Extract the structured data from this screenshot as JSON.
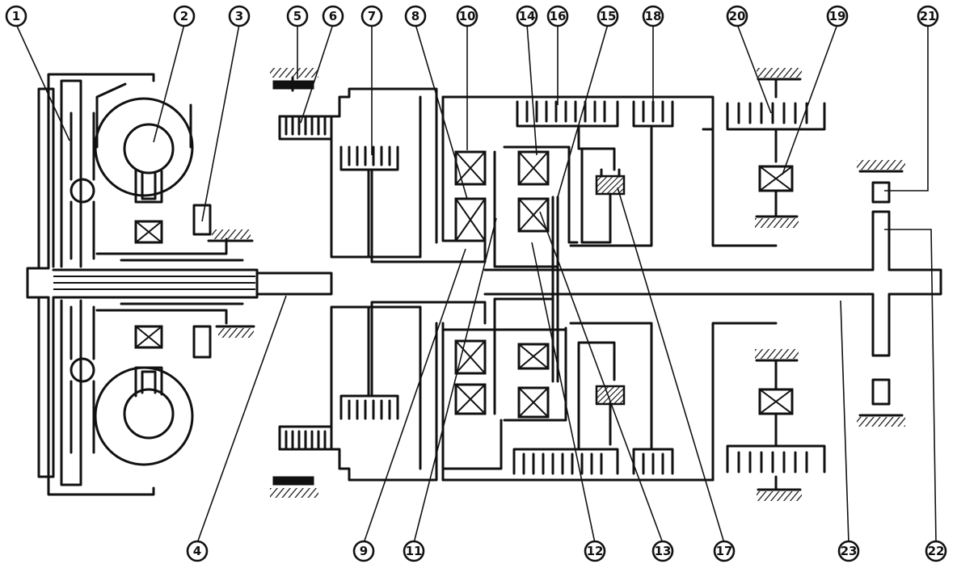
{
  "callouts": [
    "1",
    "2",
    "3",
    "4",
    "5",
    "6",
    "7",
    "8",
    "9",
    "10",
    "11",
    "12",
    "13",
    "14",
    "15",
    "16",
    "17",
    "18",
    "19",
    "20",
    "21",
    "22",
    "23"
  ]
}
